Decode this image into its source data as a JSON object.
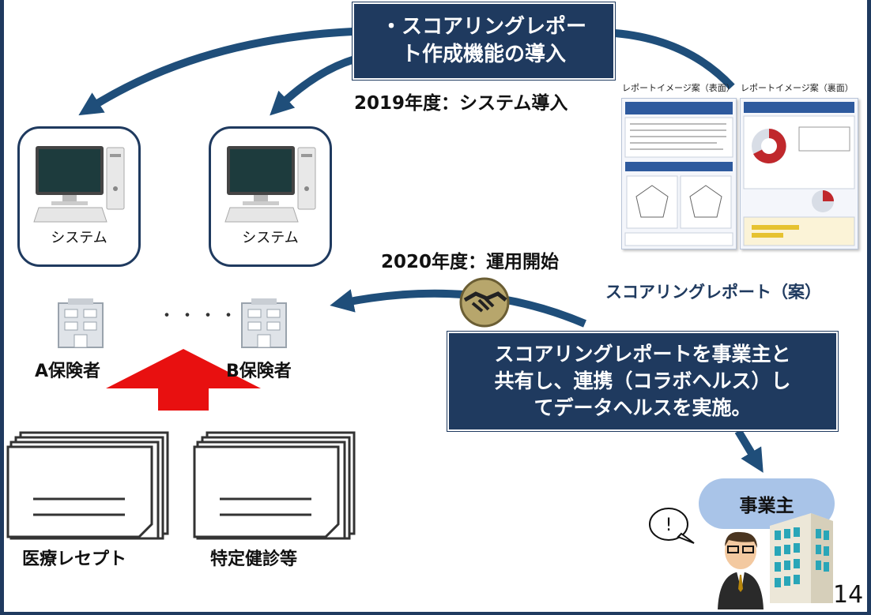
{
  "top_feature": {
    "line1": "・スコアリングレポー",
    "line2": "ト作成機能の導入"
  },
  "timeline": {
    "year_2019": "2019年度：システム導入",
    "year_2020": "2020年度：運用開始"
  },
  "systems": [
    {
      "label": "システム"
    },
    {
      "label": "システム"
    }
  ],
  "insurers": {
    "a_label": "A保険者",
    "b_label": "B保険者",
    "ellipsis": "・・・・"
  },
  "documents": {
    "receipt_label": "医療レセプト",
    "checkup_label": "特定健診等"
  },
  "report": {
    "front_caption": "レポートイメージ案（表面）",
    "back_caption": "レポートイメージ案（裏面）",
    "title": "スコアリングレポート（案）"
  },
  "collaboration": {
    "line1": "スコアリングレポートを事業主と",
    "line2": "共有し、連携（コラボヘルス）し",
    "line3": "てデータヘルスを実施。"
  },
  "employer": {
    "label": "事業主",
    "exclamation": "!"
  },
  "page_number": "14",
  "colors": {
    "navy": "#1f3a5f",
    "red_arrow": "#e81010",
    "bubble": "#a9c4e8"
  }
}
